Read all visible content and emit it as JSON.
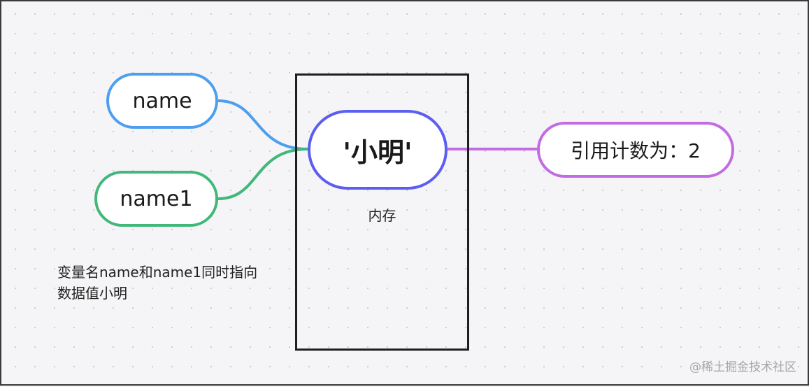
{
  "nodes": {
    "name": {
      "label": "name",
      "color": "#4c9ff0"
    },
    "name1": {
      "label": "name1",
      "color": "#41b87a"
    },
    "value": {
      "label": "'小明'",
      "color": "#5b5ef0"
    },
    "refcount": {
      "label": "引用计数为：2",
      "color": "#c26be3"
    }
  },
  "memory": {
    "label": "内存"
  },
  "note": {
    "text": "变量名name和name1同时指向数据值小明"
  },
  "watermark": {
    "text": "@稀土掘金技术社区"
  }
}
